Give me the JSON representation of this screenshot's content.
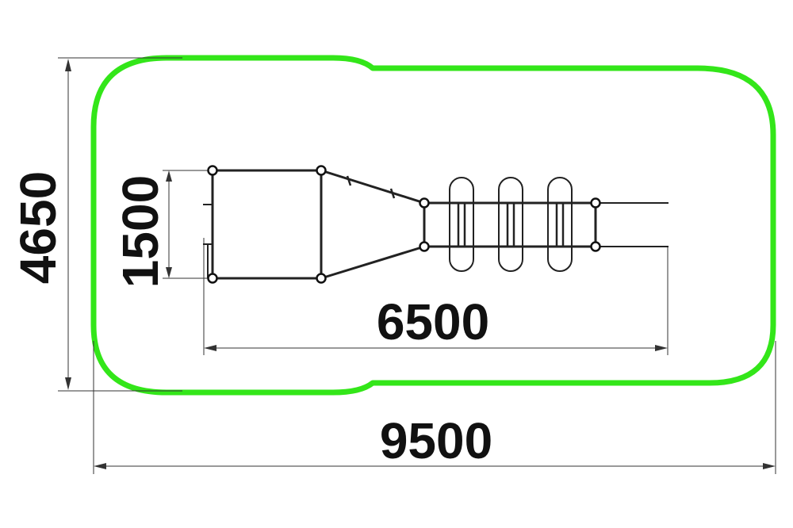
{
  "drawing": {
    "safety_zone_color": "#33e619",
    "line_color": "#222222",
    "dimensions": {
      "overall_width": "9500",
      "overall_depth": "4650",
      "equipment_length": "6500",
      "equipment_width": "1500"
    }
  }
}
